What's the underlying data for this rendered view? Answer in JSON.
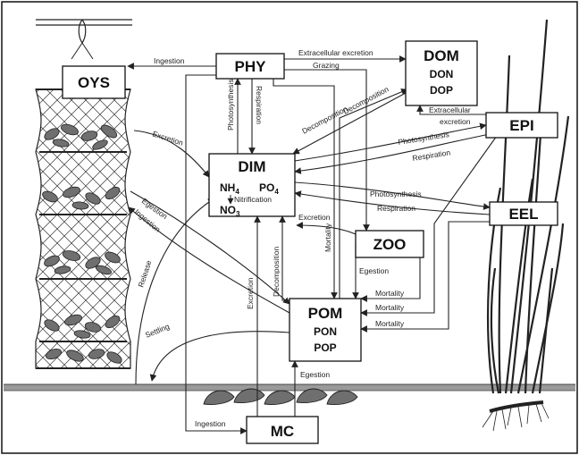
{
  "colors": {
    "line": "#222222",
    "fill": "#ffffff",
    "shell": "#6f6f6f",
    "ground": "#777777"
  },
  "boxes": {
    "oys": {
      "name": "OYS"
    },
    "phy": {
      "name": "PHY"
    },
    "dom": {
      "name": "DOM",
      "sub1": "DON",
      "sub2": "DOP"
    },
    "epi": {
      "name": "EPI"
    },
    "dim": {
      "name": "DIM",
      "nh4": "NH",
      "nh4_sub": "4",
      "po4": "PO",
      "po4_sub": "4",
      "no3": "NO",
      "no3_sub": "3",
      "nitrification": "Nitrification"
    },
    "eel": {
      "name": "EEL"
    },
    "zoo": {
      "name": "ZOO"
    },
    "pom": {
      "name": "POM",
      "sub1": "PON",
      "sub2": "POP"
    },
    "mc": {
      "name": "MC"
    }
  },
  "flows": {
    "ingestion_phy": "Ingestion",
    "extracellular_excretion_phy": "Extracellular excretion",
    "grazing": "Grazing",
    "photosynthesis_phy": "Photosynthesis",
    "respiration_phy": "Respiration",
    "decomposition_dom_dim": "Decomposition",
    "decomposition_pom_dom": "Decomposition",
    "extracellular_excretion_epi_1": "Extracellular",
    "extracellular_excretion_epi_2": "excretion",
    "photosynthesis_epi": "Photosynthesis",
    "respiration_epi": "Respiration",
    "excretion_oys": "Excretion",
    "egestion_oys": "Egestion",
    "ingestion_oys": "Ingestion",
    "release": "Release",
    "photosynthesis_eel": "Photosynthesis",
    "respiration_eel": "Respiration",
    "excretion_zoo": "Excretion",
    "egestion_zoo": "Egestion",
    "excretion_mc": "Excretion",
    "decomposition_pom_dim": "Decomposition",
    "mortality_phy": "Mortality",
    "mortality_zoo": "Mortality",
    "mortality_epi": "Mortality",
    "mortality_eel": "Mortality",
    "settling": "Settling",
    "egestion_mc": "Egestion",
    "ingestion_mc": "Ingestion"
  }
}
